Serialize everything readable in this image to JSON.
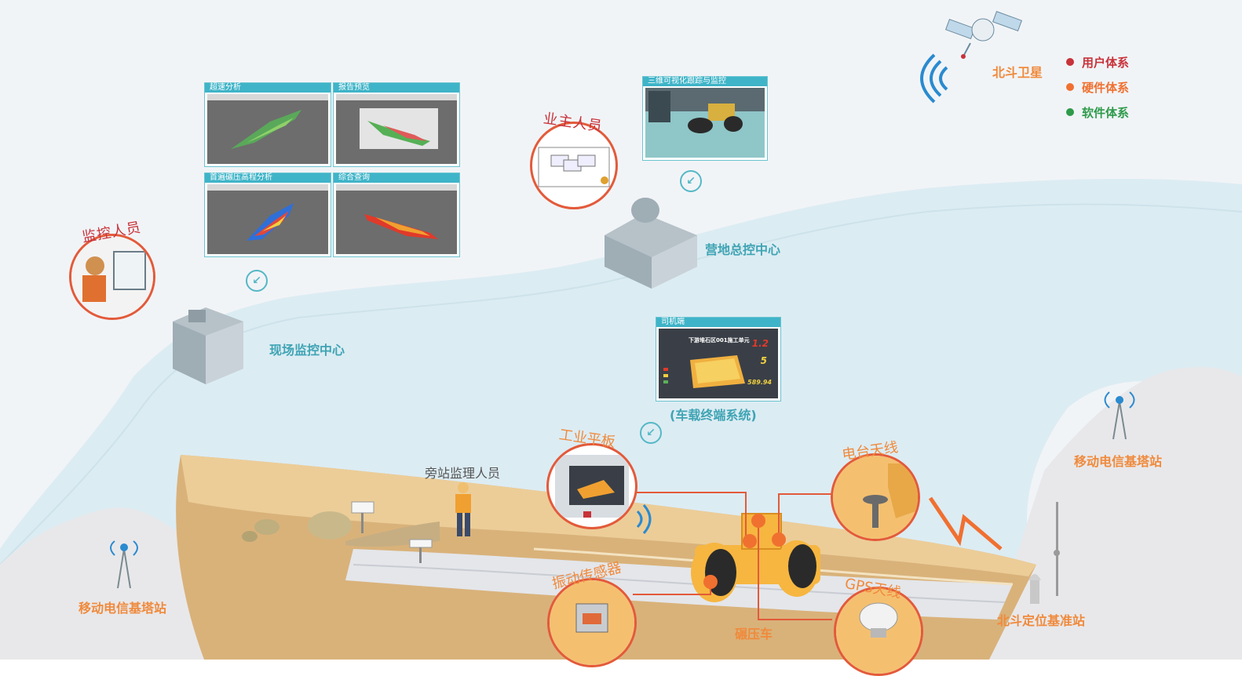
{
  "legend": {
    "satellite_label": "北斗卫星",
    "items": [
      {
        "label": "用户体系",
        "color": "#c8323a"
      },
      {
        "label": "硬件体系",
        "color": "#f07030"
      },
      {
        "label": "软件体系",
        "color": "#2e9a4a"
      }
    ]
  },
  "panels": {
    "speed_analysis": "超速分析",
    "report_preview": "报告预览",
    "first_pass_analysis": "首遍碾压高程分析",
    "comprehensive_query": "综合查询",
    "viz_3d": "三维可视化跟踪与监控",
    "driver_end": "司机端",
    "driver_screen_title": "下游堆石区001施工单元",
    "driver_value_1": "1.2",
    "driver_value_2": "5",
    "driver_value_3": "589.94"
  },
  "people": {
    "owner": "业主人员",
    "monitor": "监控人员",
    "bystander": "旁站监理人员"
  },
  "places": {
    "camp_center": "营地总控中心",
    "site_center": "现场监控中心",
    "vehicle_terminal": "(车载终端系统)",
    "tower_left": "移动电信基塔站",
    "tower_right": "移动电信基塔站",
    "beidou_base": "北斗定位基准站",
    "roller": "碾压车"
  },
  "hardware": {
    "tablet": "工业平板",
    "radio_antenna": "电台天线",
    "vibration_sensor": "振动传感器",
    "gps_antenna": "GPS天线"
  },
  "colors": {
    "sky_band": "#e6f2f7",
    "accent_teal": "#3fa4b4",
    "accent_orange": "#f08a3c",
    "user_red": "#c8323a",
    "ground": "#d8b47a"
  }
}
